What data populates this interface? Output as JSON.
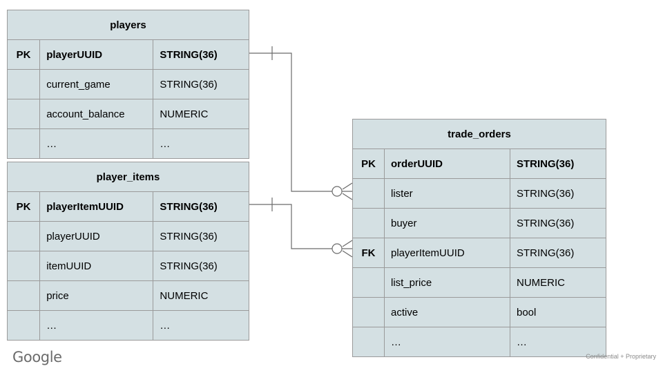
{
  "diagram": {
    "type": "entity-relationship-diagram",
    "notation": "crow's-foot",
    "colors": {
      "entity_fill": "#d4e0e3",
      "entity_border": "#9a9a9a",
      "connector": "#6b6b6b",
      "background": "#ffffff",
      "footer_text": "#8a8a8a"
    },
    "entities": [
      {
        "name": "players",
        "rows": [
          {
            "key": "PK",
            "field": "playerUUID",
            "type": "STRING(36)",
            "bold": true
          },
          {
            "key": "",
            "field": "current_game",
            "type": "STRING(36)",
            "bold": false
          },
          {
            "key": "",
            "field": "account_balance",
            "type": "NUMERIC",
            "bold": false
          },
          {
            "key": "",
            "field": "…",
            "type": "…",
            "bold": false
          }
        ]
      },
      {
        "name": "player_items",
        "rows": [
          {
            "key": "PK",
            "field": "playerItemUUID",
            "type": "STRING(36)",
            "bold": true
          },
          {
            "key": "",
            "field": "playerUUID",
            "type": "STRING(36)",
            "bold": false
          },
          {
            "key": "",
            "field": "itemUUID",
            "type": "STRING(36)",
            "bold": false
          },
          {
            "key": "",
            "field": "price",
            "type": "NUMERIC",
            "bold": false
          },
          {
            "key": "",
            "field": "…",
            "type": "…",
            "bold": false
          }
        ]
      },
      {
        "name": "trade_orders",
        "rows": [
          {
            "key": "PK",
            "field": "orderUUID",
            "type": "STRING(36)",
            "bold": true
          },
          {
            "key": "",
            "field": "lister",
            "type": "STRING(36)",
            "bold": false
          },
          {
            "key": "",
            "field": "buyer",
            "type": "STRING(36)",
            "bold": false
          },
          {
            "key": "FK",
            "field": "playerItemUUID",
            "type": "STRING(36)",
            "bold": false
          },
          {
            "key": "",
            "field": "list_price",
            "type": "NUMERIC",
            "bold": false
          },
          {
            "key": "",
            "field": "active",
            "type": "bool",
            "bold": false
          },
          {
            "key": "",
            "field": "…",
            "type": "…",
            "bold": false
          }
        ]
      }
    ],
    "relationships": [
      {
        "from_entity": "players",
        "from_field": "playerUUID",
        "from_cardinality": "one",
        "to_entity": "trade_orders",
        "to_field": "lister",
        "to_cardinality": "zero-or-many"
      },
      {
        "from_entity": "player_items",
        "from_field": "playerItemUUID",
        "from_cardinality": "one",
        "to_entity": "trade_orders",
        "to_field": "playerItemUUID",
        "to_cardinality": "zero-or-many"
      }
    ]
  },
  "footer": {
    "logo_text": "Google",
    "note": "Confidential + Proprietary"
  }
}
